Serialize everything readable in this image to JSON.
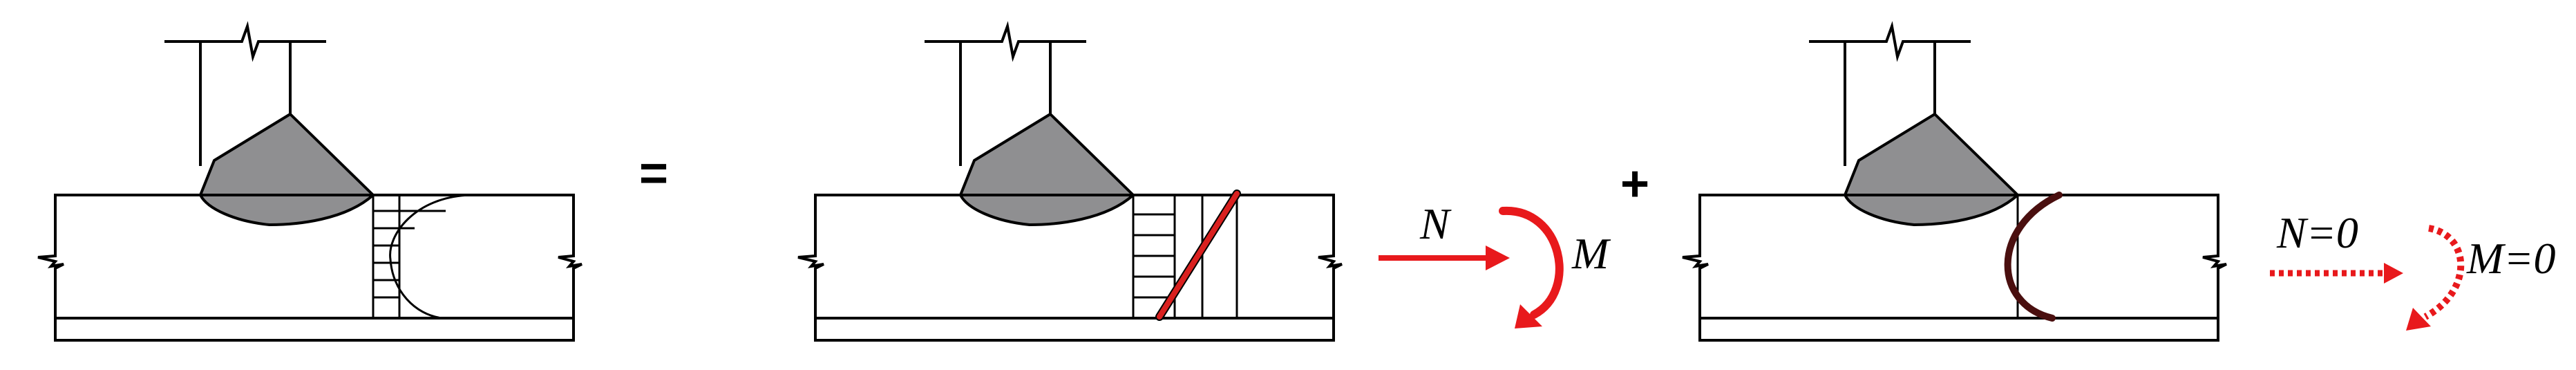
{
  "operators": {
    "equals": "=",
    "plus": "+"
  },
  "labels": {
    "axial_force": "N",
    "moment": "M",
    "axial_force_zero": "N=0",
    "moment_zero": "M=0"
  },
  "colors": {
    "line": "#000000",
    "weld_fill": "#8f8f91",
    "force_arrow": "#e8191c",
    "crack_line": "#d9201f",
    "curved_crack": "#4a0f0f"
  },
  "icons": {
    "solid_force_arrow": "right-arrow-solid",
    "solid_moment_arrow": "curved-arrow-solid",
    "dotted_force_arrow": "right-arrow-dotted",
    "dotted_moment_arrow": "curved-arrow-dotted"
  }
}
